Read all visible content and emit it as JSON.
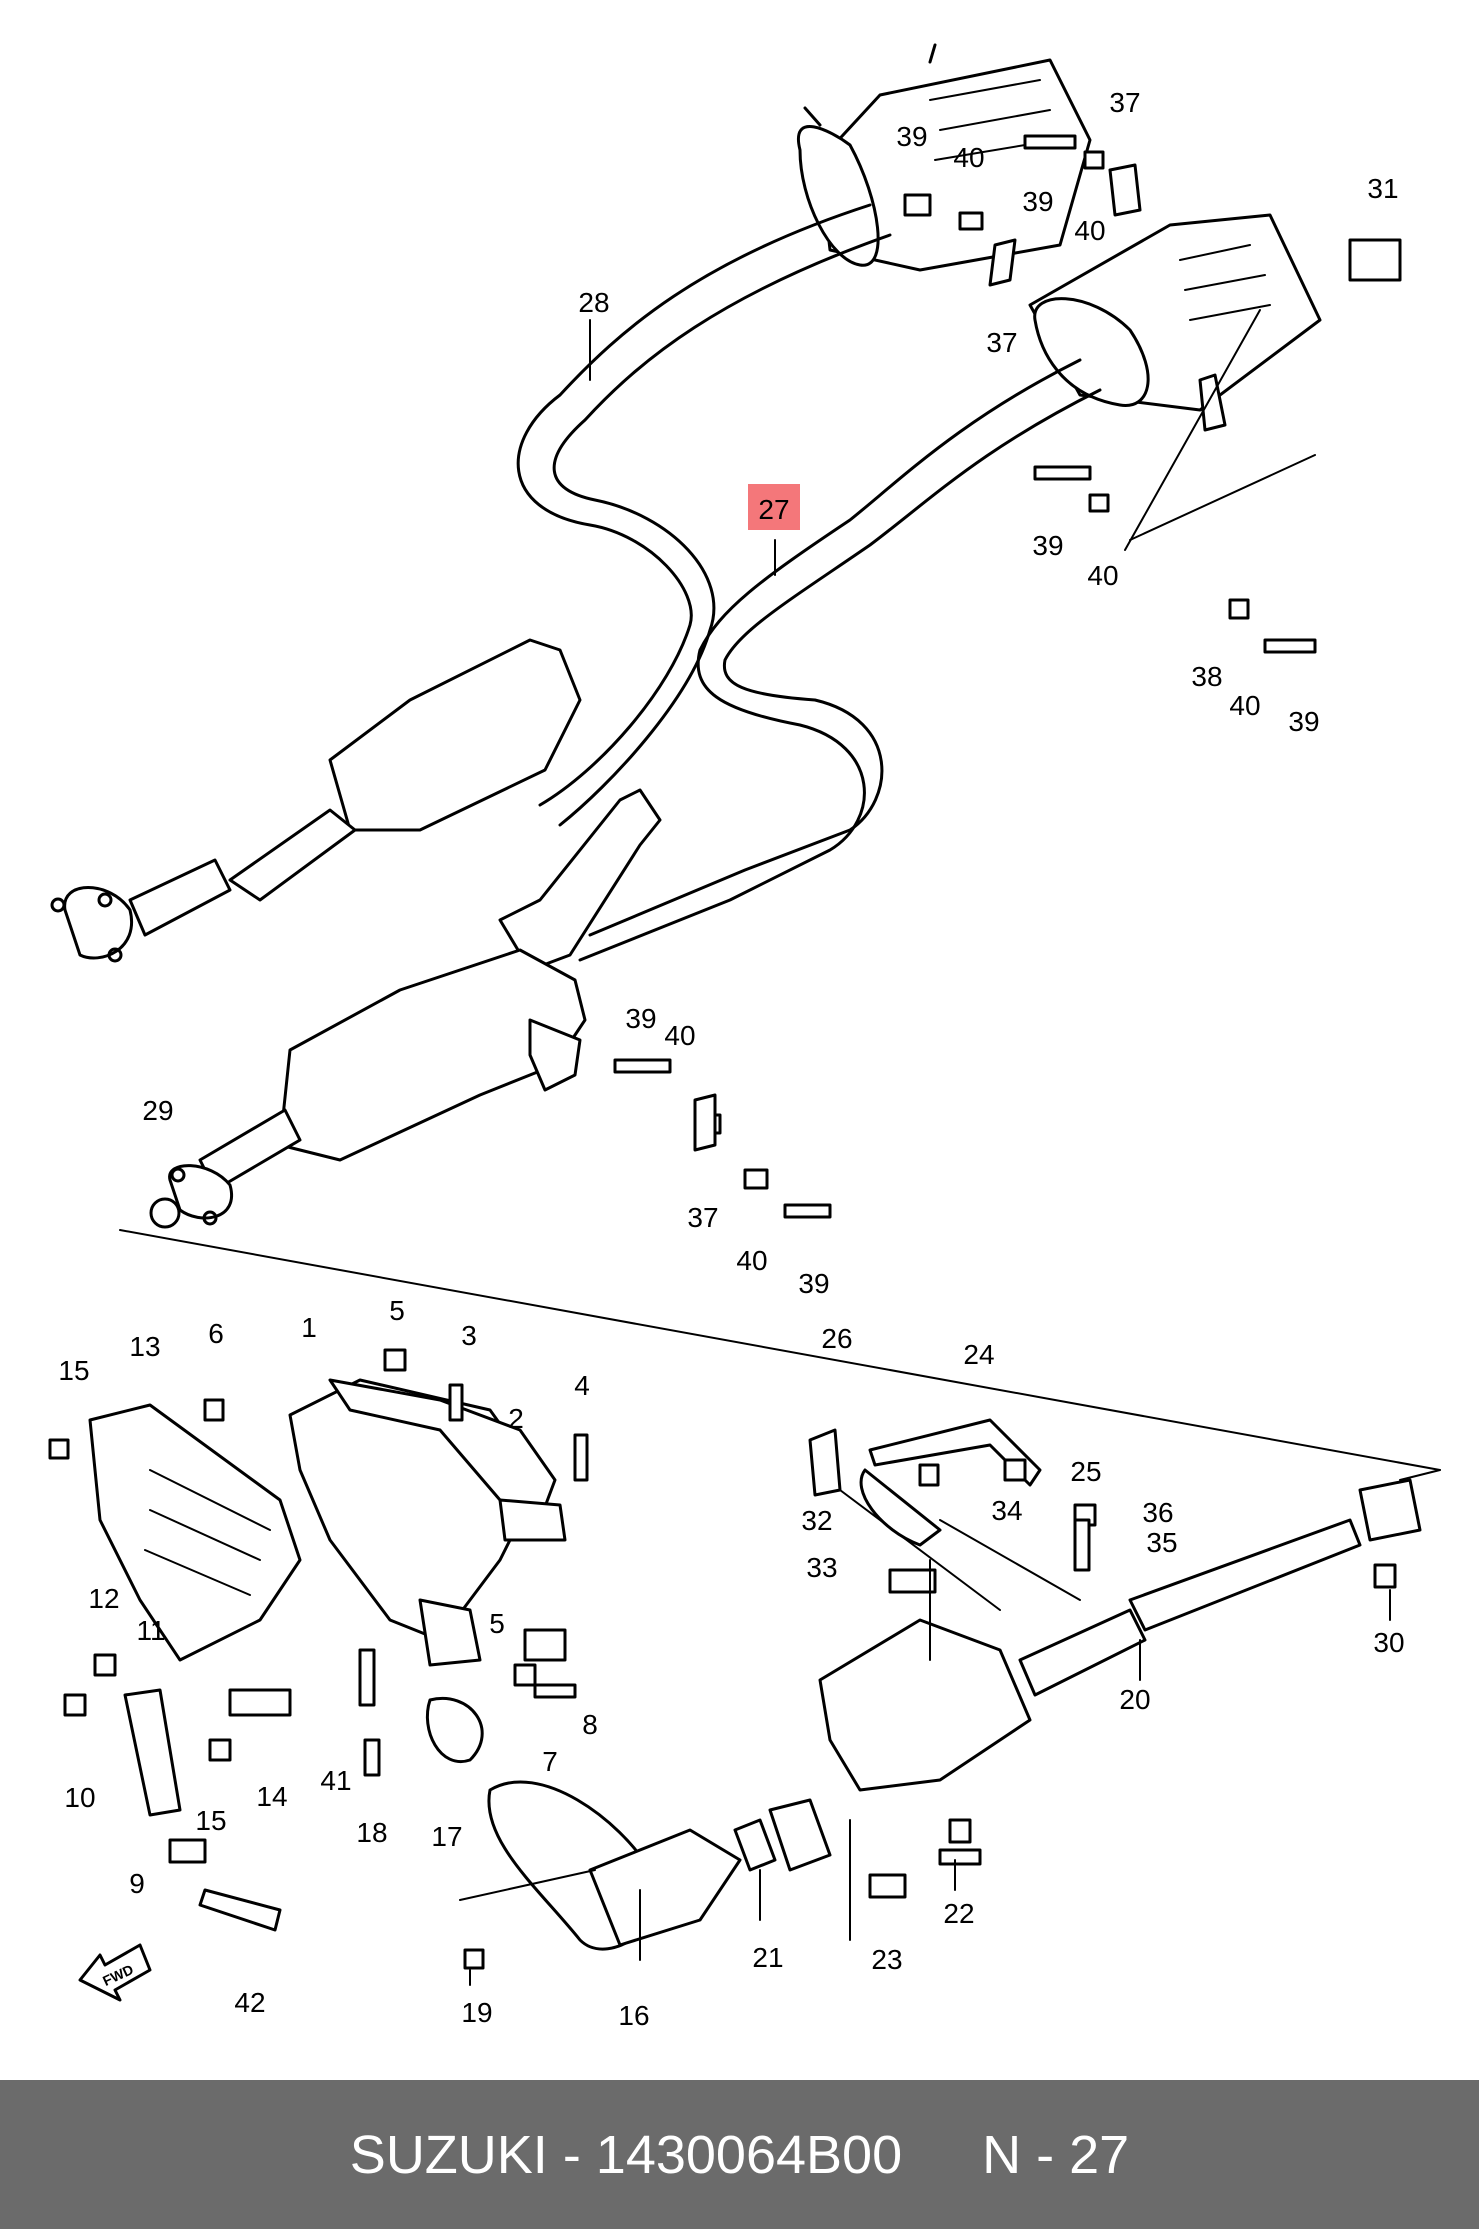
{
  "diagram": {
    "labels": {
      "l27": "27",
      "l28": "28",
      "l29": "29",
      "l31": "31",
      "l37a": "37",
      "l37b": "37",
      "l37c": "37",
      "l38": "38",
      "l39a": "39",
      "l39b": "39",
      "l39c": "39",
      "l39d": "39",
      "l39e": "39",
      "l39f": "39",
      "l40a": "40",
      "l40b": "40",
      "l40c": "40",
      "l40d": "40",
      "l40e": "40",
      "l40f": "40",
      "l1": "1",
      "l2": "2",
      "l3": "3",
      "l4": "4",
      "l5a": "5",
      "l5b": "5",
      "l6": "6",
      "l7": "7",
      "l8": "8",
      "l9": "9",
      "l10": "10",
      "l11": "11",
      "l12": "12",
      "l13": "13",
      "l14": "14",
      "l15a": "15",
      "l15b": "15",
      "l16": "16",
      "l17": "17",
      "l18": "18",
      "l19": "19",
      "l20": "20",
      "l21": "21",
      "l22": "22",
      "l23": "23",
      "l24": "24",
      "l25": "25",
      "l26": "26",
      "l30": "30",
      "l32": "32",
      "l33": "33",
      "l34": "34",
      "l35": "35",
      "l36": "36",
      "l41": "41",
      "l42": "42"
    },
    "fwd": "FWD",
    "highlight_color": "#f4777a"
  },
  "footer": {
    "part": "SUZUKI - 1430064B00",
    "ref": "N - 27"
  }
}
